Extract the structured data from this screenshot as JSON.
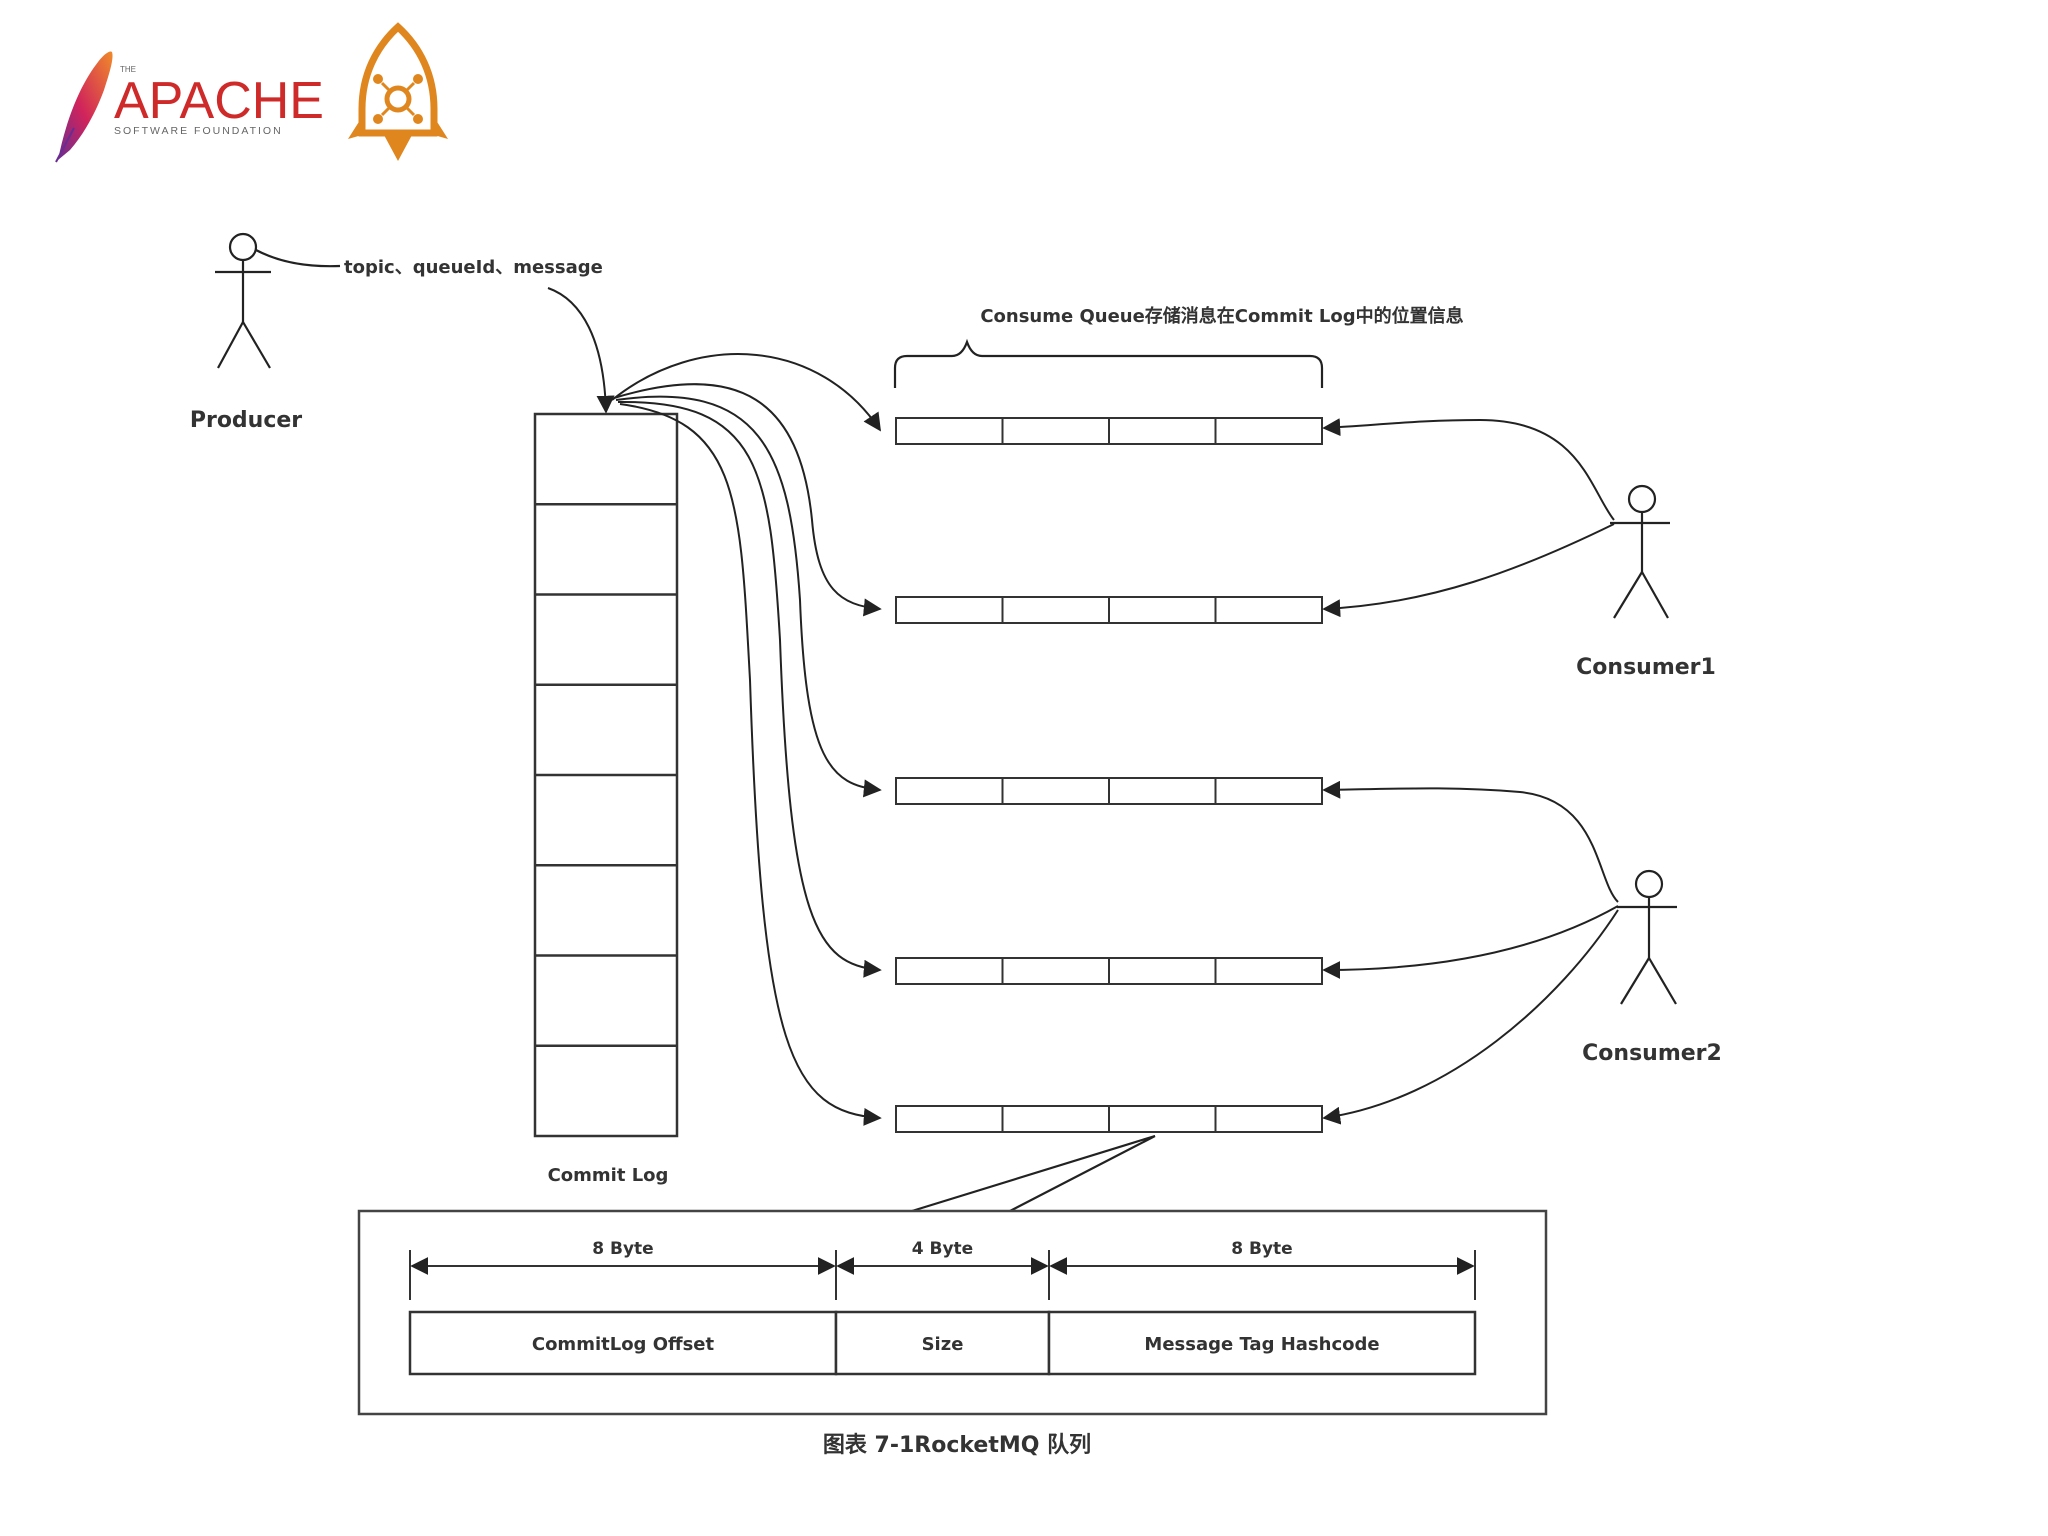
{
  "logos": {
    "apache": {
      "the": "THE",
      "name": "APACHE",
      "tagline": "SOFTWARE FOUNDATION",
      "brand_color": "#cf2a2a"
    },
    "rocketmq": {
      "icon": "rocket-icon",
      "brand_color": "#e0861f"
    }
  },
  "actors": {
    "producer": {
      "label": "Producer",
      "icon": "stick-figure-icon"
    },
    "consumer1": {
      "label": "Consumer1",
      "icon": "stick-figure-icon"
    },
    "consumer2": {
      "label": "Consumer2",
      "icon": "stick-figure-icon"
    }
  },
  "producer_message_label": "topic、queueId、message",
  "consume_queue_brace_label": "Consume Queue存储消息在Commit Log中的位置信息",
  "commit_log": {
    "label": "Commit Log",
    "cell_count": 8
  },
  "consume_queues": {
    "count": 5,
    "cells_per_queue": 4
  },
  "entry_detail": {
    "fields": [
      {
        "size_label": "8 Byte",
        "name": "CommitLog Offset"
      },
      {
        "size_label": "4 Byte",
        "name": "Size"
      },
      {
        "size_label": "8 Byte",
        "name": "Message Tag Hashcode"
      }
    ]
  },
  "caption": "图表 7-1RocketMQ 队列"
}
